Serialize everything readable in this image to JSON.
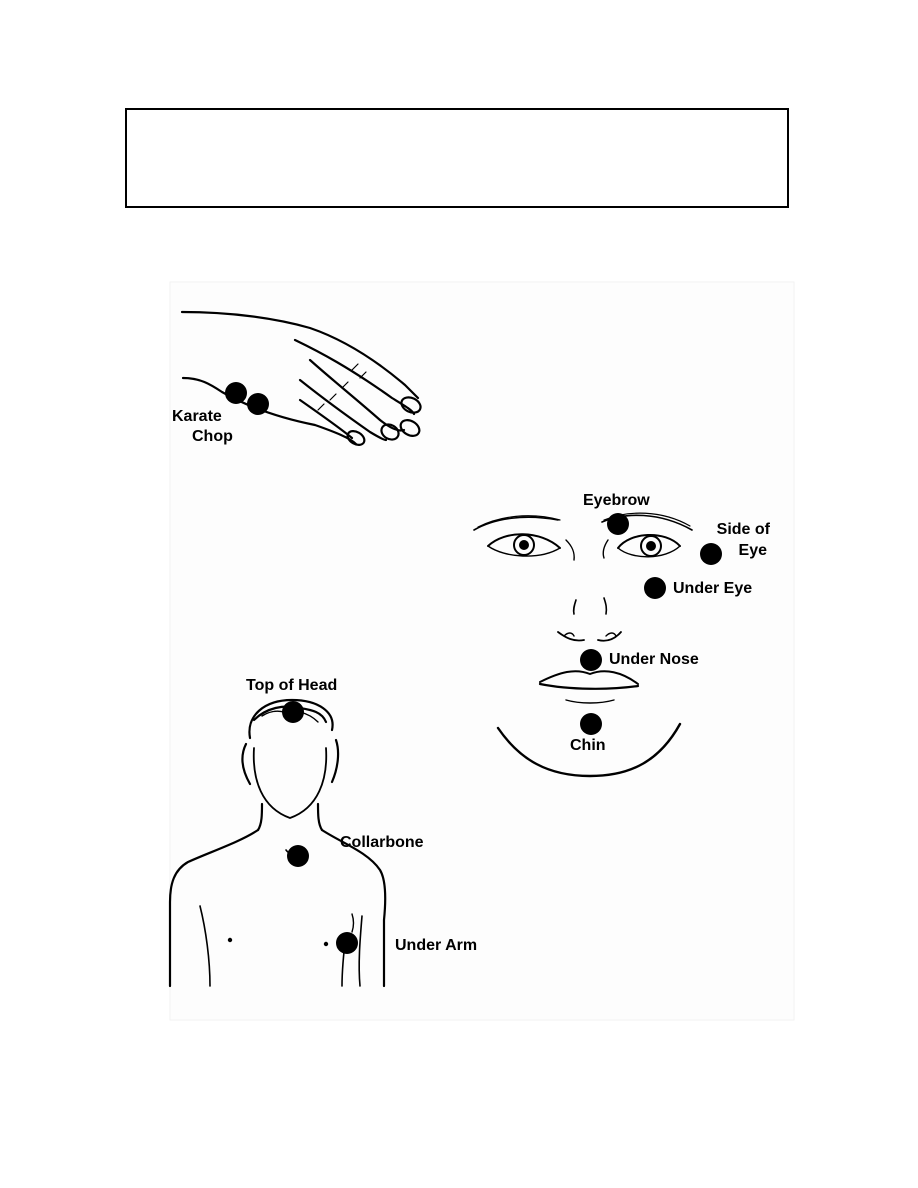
{
  "points": {
    "karate_chop_line1": "Karate",
    "karate_chop_line2": "Chop",
    "eyebrow": "Eyebrow",
    "side_of_eye_line1": "Side of",
    "side_of_eye_line2": "Eye",
    "under_eye": "Under Eye",
    "under_nose": "Under Nose",
    "chin": "Chin",
    "top_of_head": "Top of Head",
    "collarbone": "Collarbone",
    "under_arm": "Under Arm"
  },
  "colors": {
    "ink": "#000000",
    "paper": "#ffffff"
  }
}
